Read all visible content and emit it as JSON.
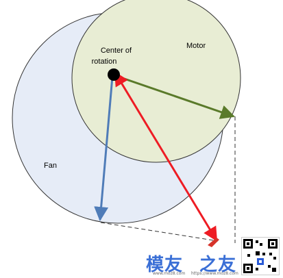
{
  "labels": {
    "center": "Center of rotation",
    "motor": "Motor",
    "fan": "Fan"
  },
  "colors": {
    "fan_fill": "#e6ecf7",
    "motor_fill": "#e8edd4",
    "outline": "#333333",
    "hub": "#000000",
    "arrow_green": "#5a7a2a",
    "arrow_blue": "#4f7cb8",
    "arrow_red": "#ee1c24",
    "dashed": "#333333"
  },
  "watermark": {
    "text_left": "模友",
    "text_right": "之友",
    "url_left": "www.moz8.com",
    "url_right": "https://www.moz8.com"
  }
}
